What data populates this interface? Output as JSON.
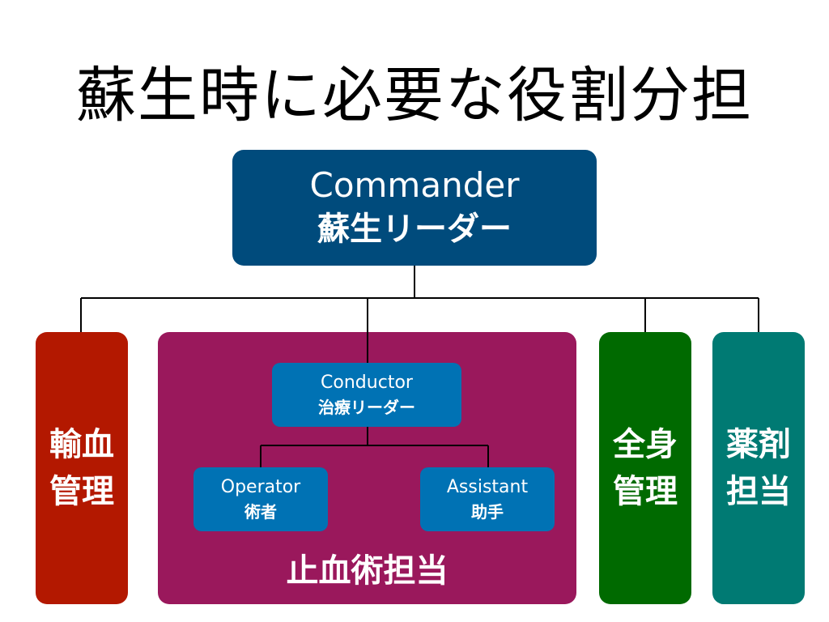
{
  "title": "蘇生時に必要な役割分担",
  "commander": {
    "en": "Commander",
    "jp": "蘇生リーダー",
    "color": "#004b7c"
  },
  "roles": {
    "transfusion": {
      "line1": "輸血",
      "line2": "管理",
      "color": "#b31800"
    },
    "hemostasis": {
      "label": "止血術担当",
      "color": "#9a185c",
      "conductor": {
        "en": "Conductor",
        "jp": "治療リーダー"
      },
      "operator": {
        "en": "Operator",
        "jp": "術者"
      },
      "assistant": {
        "en": "Assistant",
        "jp": "助手"
      },
      "sub_color": "#0072b4"
    },
    "systemic": {
      "line1": "全身",
      "line2": "管理",
      "color": "#006a00"
    },
    "drugs": {
      "line1": "薬剤",
      "line2": "担当",
      "color": "#007a73"
    }
  }
}
